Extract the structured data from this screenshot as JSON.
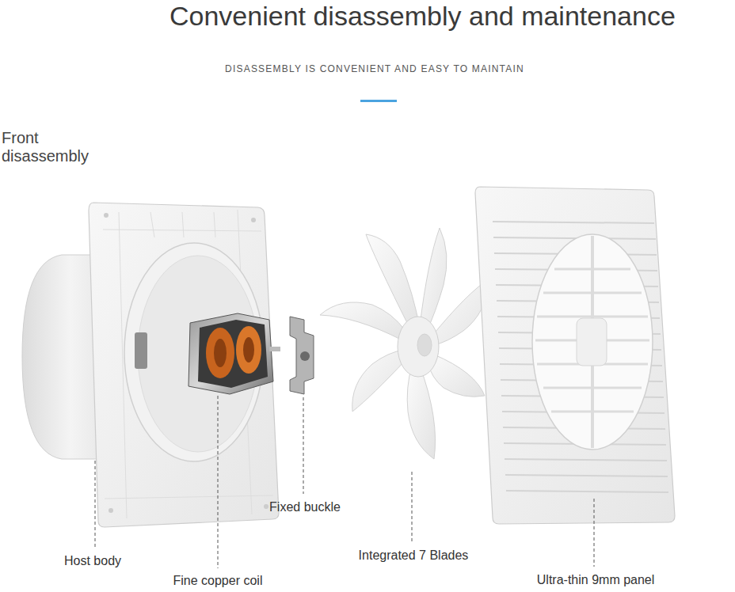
{
  "diagram": {
    "title": "Convenient disassembly and maintenance",
    "labels": [
      "DISASSEMBLY IS CONVENIENT AND EASY TO MAINTAIN",
      "Front disassembly",
      "Host body",
      "Fine copper coil",
      "Fixed buckle",
      "Integrated 7 Blades",
      "Ultra-thin 9mm panel"
    ]
  }
}
